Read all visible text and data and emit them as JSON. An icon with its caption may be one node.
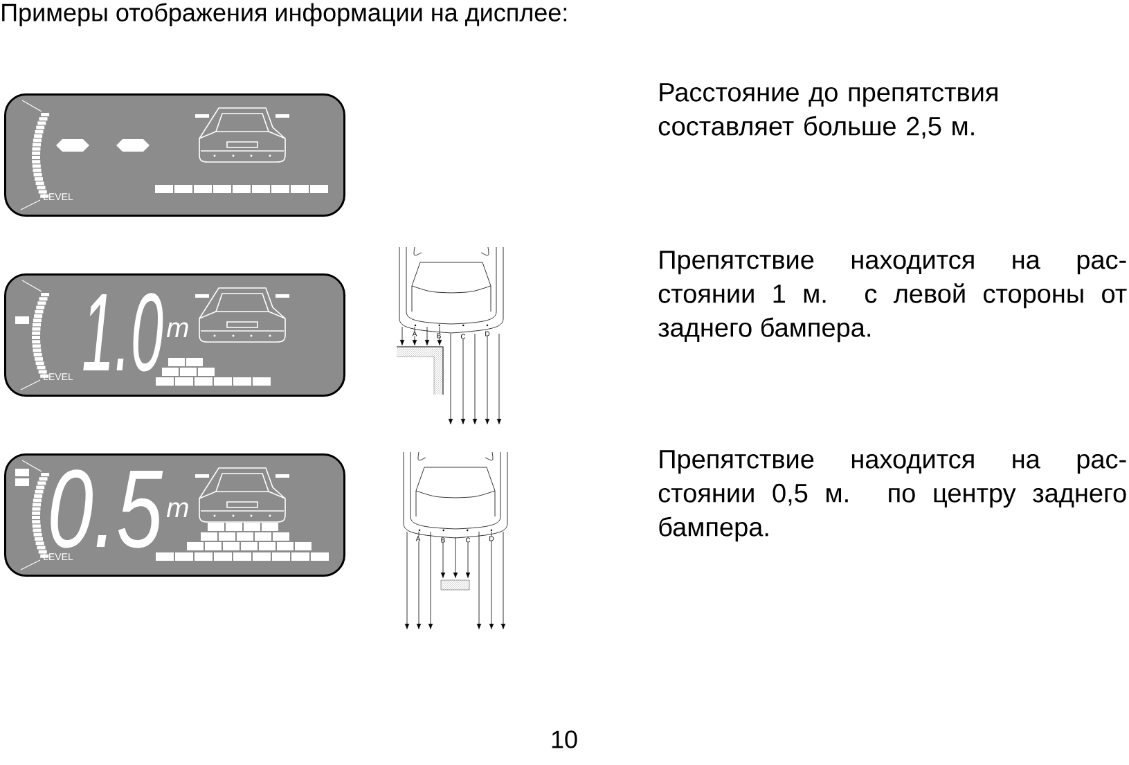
{
  "diagram": {
    "title": "Примеры отображения информации на дисплее:",
    "nodes": [
      {
        "text": [
          "LEVEL"
        ]
      },
      {
        "text": [
          "1.0",
          "m",
          "LEVEL"
        ]
      },
      {
        "text": [
          "0.5",
          "m",
          "LEVEL"
        ]
      }
    ],
    "labels": [
      "Расстояние до препятствия составляет больше 2,5 м.",
      "Препятствие находится на рас- стоянии 1 м. с левой стороны от заднего бампера.",
      "A",
      "B",
      "C",
      "D",
      "Препятствие находится на рас- стоянии 0,5 м. по центру заднего бампера.",
      "A",
      "B",
      "C",
      "D",
      "10"
    ]
  }
}
